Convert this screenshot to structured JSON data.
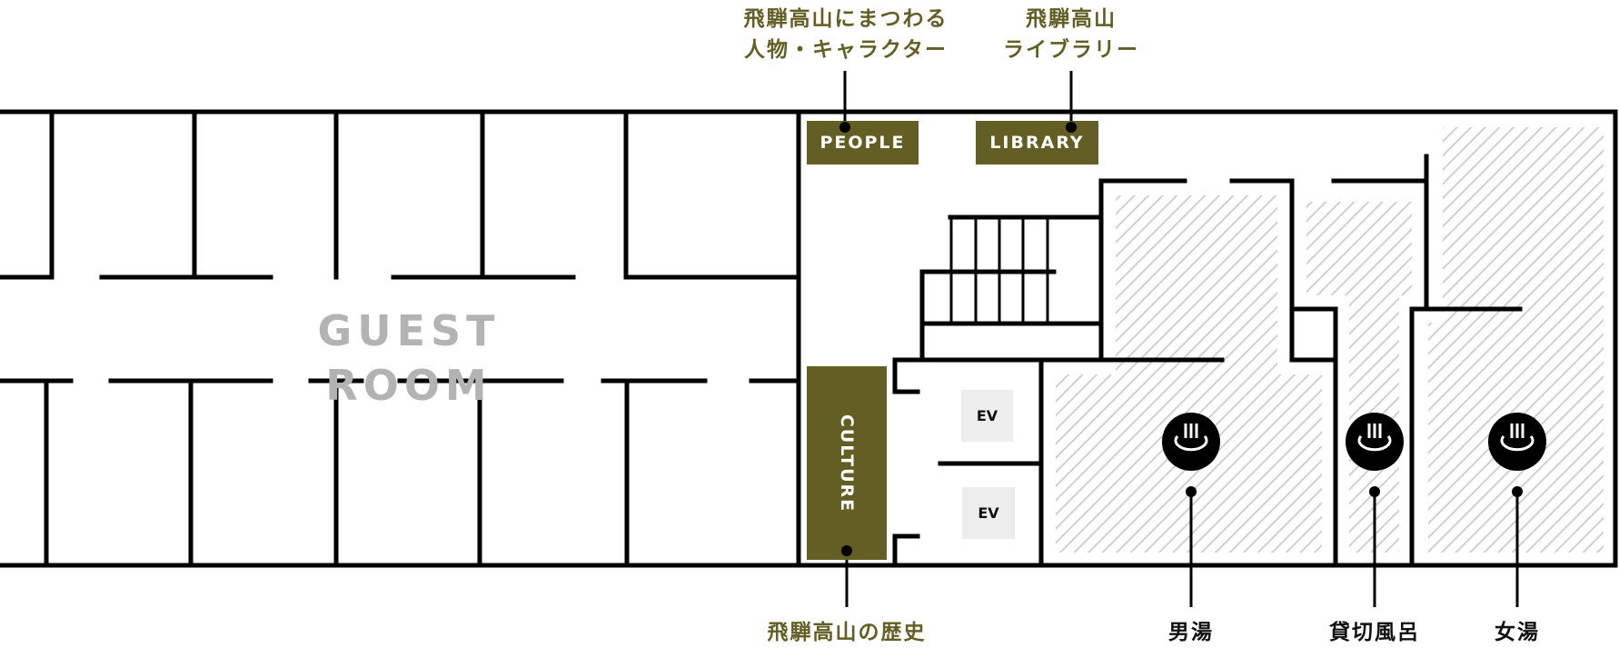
{
  "colors": {
    "accent": "#635e24",
    "wall": "#000000",
    "hatch": "#d0d0d0",
    "guest_room_text": "#b3b3b3",
    "ev_bg": "#ededed"
  },
  "areas": {
    "guest_room": "GUEST ROOM"
  },
  "tags": {
    "people": "PEOPLE",
    "library": "LIBRARY",
    "culture": "CULTURE"
  },
  "elevators": [
    {
      "label": "EV"
    },
    {
      "label": "EV"
    }
  ],
  "callouts": {
    "people": {
      "line1": "飛騨高山にまつわる",
      "line2": "人物・キャラクター"
    },
    "library": {
      "line1": "飛騨高山",
      "line2": "ライブラリー"
    },
    "culture": {
      "line1": "飛騨高山の歴史"
    }
  },
  "baths": [
    {
      "label": "男湯",
      "icon": "onsen-icon"
    },
    {
      "label": "貸切風呂",
      "icon": "onsen-icon"
    },
    {
      "label": "女湯",
      "icon": "onsen-icon"
    }
  ]
}
